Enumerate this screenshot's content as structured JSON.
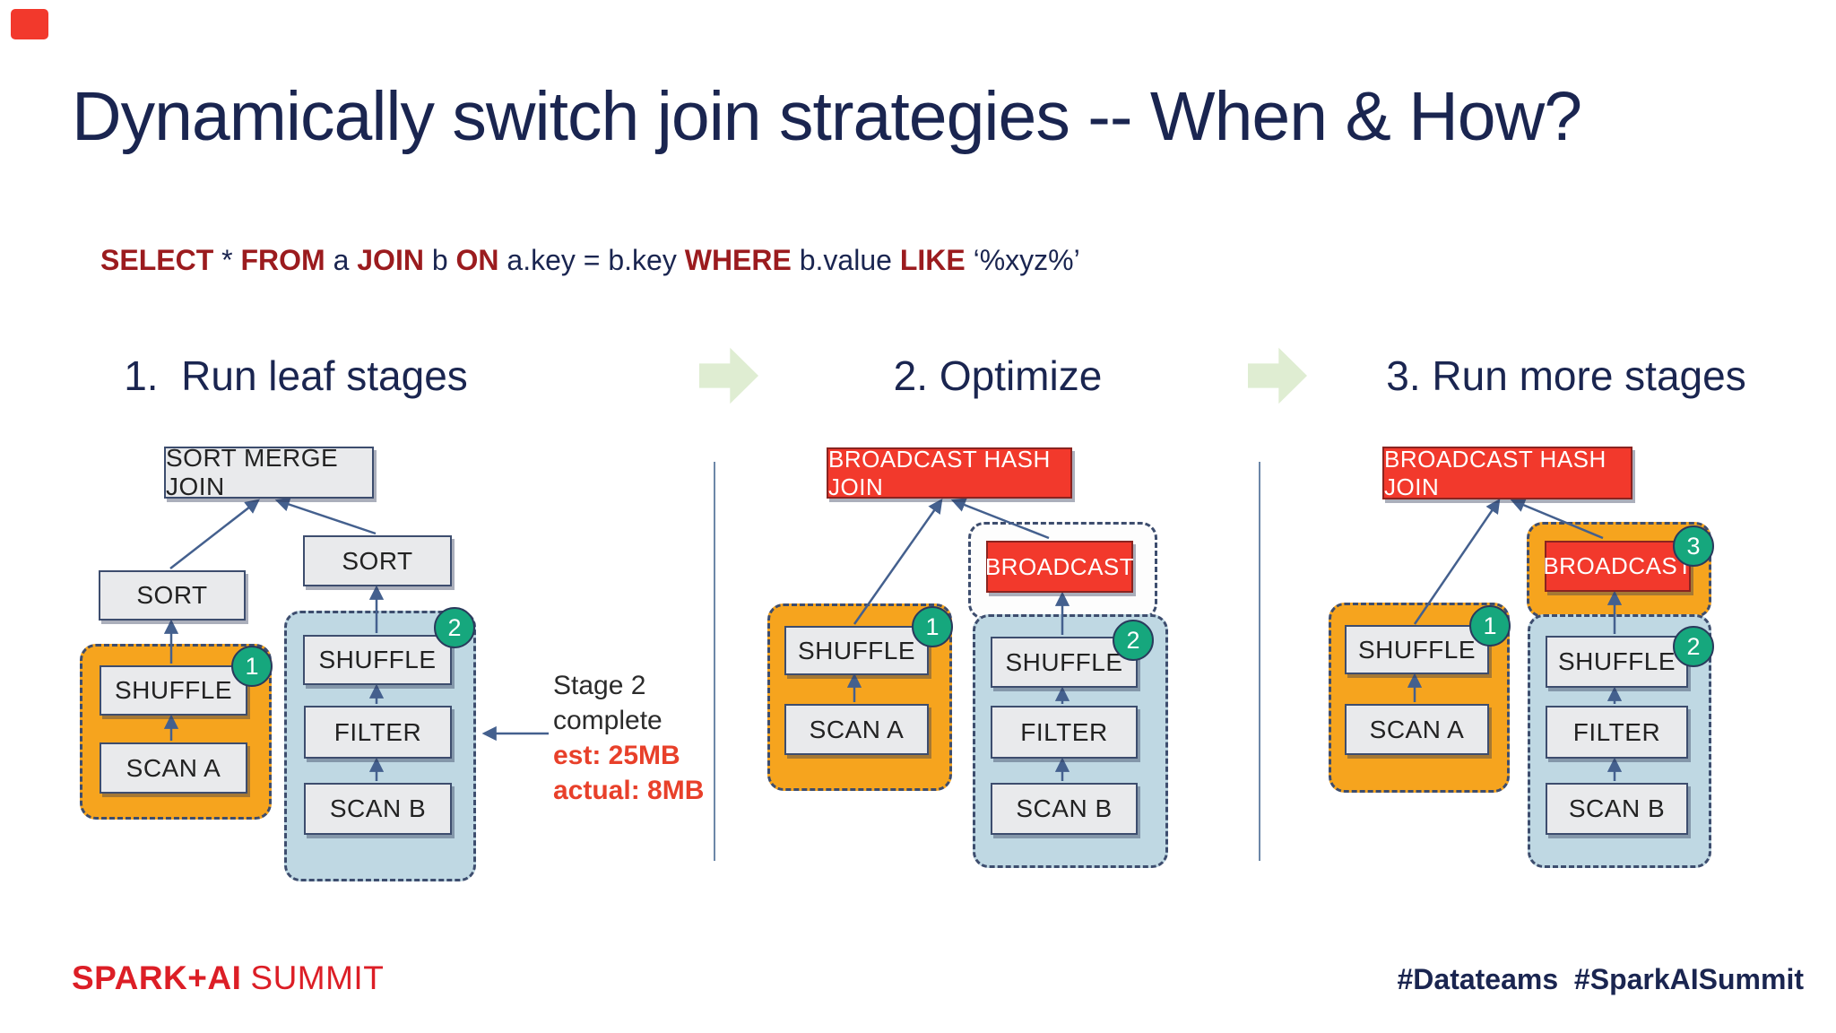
{
  "title": "Dynamically switch join strategies -- When & How?",
  "sql": {
    "parts": [
      {
        "t": "SELECT"
      },
      {
        "t": " * "
      },
      {
        "t": "FROM"
      },
      {
        "t": " a "
      },
      {
        "t": "JOIN"
      },
      {
        "t": " b "
      },
      {
        "t": "ON"
      },
      {
        "t": " a.key = b.key "
      },
      {
        "t": "WHERE"
      },
      {
        "t": " b.value "
      },
      {
        "t": "LIKE"
      },
      {
        "t": " ‘%xyz%’"
      }
    ]
  },
  "steps": [
    {
      "label": "1.  Run leaf stages"
    },
    {
      "label": "2. Optimize"
    },
    {
      "label": "3. Run more stages"
    }
  ],
  "labels": {
    "sort_merge_join": "SORT MERGE JOIN",
    "sort": "SORT",
    "shuffle": "SHUFFLE",
    "scan_a": "SCAN A",
    "filter": "FILTER",
    "scan_b": "SCAN B",
    "broadcast_hash_join": "BROADCAST HASH JOIN",
    "broadcast": "BROADCAST"
  },
  "badges": {
    "s1": "1",
    "s2": "2",
    "s3": "3"
  },
  "annotation": {
    "l1": "Stage 2",
    "l2": "complete",
    "l3": "est: 25MB",
    "l4": "actual: 8MB"
  },
  "footer": {
    "logo_strong": "SPARK+AI",
    "logo_light": "SUMMIT",
    "hashtags": "#Datateams  #SparkAISummit"
  },
  "colors": {
    "navy": "#1A2550",
    "sql-keyword": "#9B1B1E",
    "box-fill": "#E9EAEC",
    "box-border": "#3D4D6E",
    "line": "#44608E",
    "orange": "#F6A41E",
    "blue": "#BFD8E3",
    "green-badge": "#16A77D",
    "red": "#F2392C",
    "red-border": "#8A2420",
    "hot-red": "#E8402A",
    "arrow-green": "#DFEDD2",
    "logo-red": "#DC1E26",
    "text-dark": "#222222",
    "divider": "#6C87A8"
  }
}
